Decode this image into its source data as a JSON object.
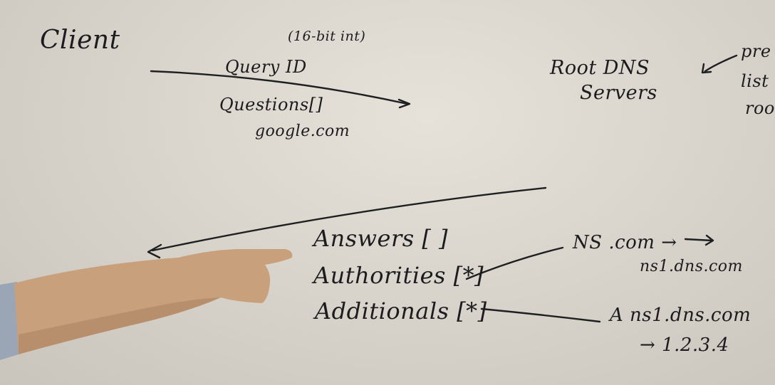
{
  "whiteboard": {
    "client_label": "Client",
    "query_note": "(16-bit int)",
    "query_id": "Query ID",
    "questions": "Questions[]",
    "question_value": "google.com",
    "root_dns_line1": "Root DNS",
    "root_dns_line2": "Servers",
    "side_note": [
      "pre",
      "list",
      "root"
    ],
    "answers": "Answers [ ]",
    "authorities": "Authorities [*]",
    "additionals": "Additionals [*]",
    "ns_record": "NS .com →",
    "ns_target": "ns1.dns.com",
    "a_record": "A ns1.dns.com",
    "a_target": "→ 1.2.3.4"
  },
  "colors": {
    "board": "#dedad2",
    "ink": "#1c1c1e",
    "skin": "#caa17e",
    "sleeve": "#9aa6b6"
  }
}
